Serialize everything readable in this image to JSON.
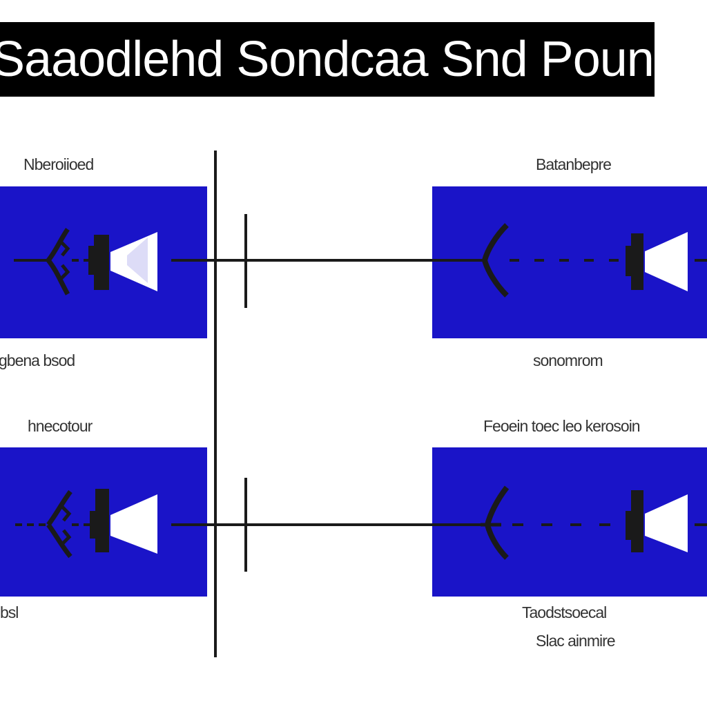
{
  "title": "Saaodlehd Sondcaa Snd Pounces",
  "labels": {
    "top_left": "Nberoiioed",
    "top_right": "Batanbepre",
    "mid_left": "gbena bsod",
    "mid_right": "sonomrom",
    "lower_left": "hnecotour",
    "lower_right": "Feoein toec leo kerosoin",
    "bottom_left": "bsl",
    "bottom_right_line1": "Taodstsoecal",
    "bottom_right_line2": "Slac ainmire"
  },
  "colors": {
    "title_background": "#000000",
    "title_text": "#ffffff",
    "panel_fill": "#1a14c8",
    "speaker_cone": "#ffffff",
    "line": "#1a1a1a",
    "label_text": "#333333"
  },
  "icons": [
    "speaker-icon",
    "connector-icon"
  ]
}
